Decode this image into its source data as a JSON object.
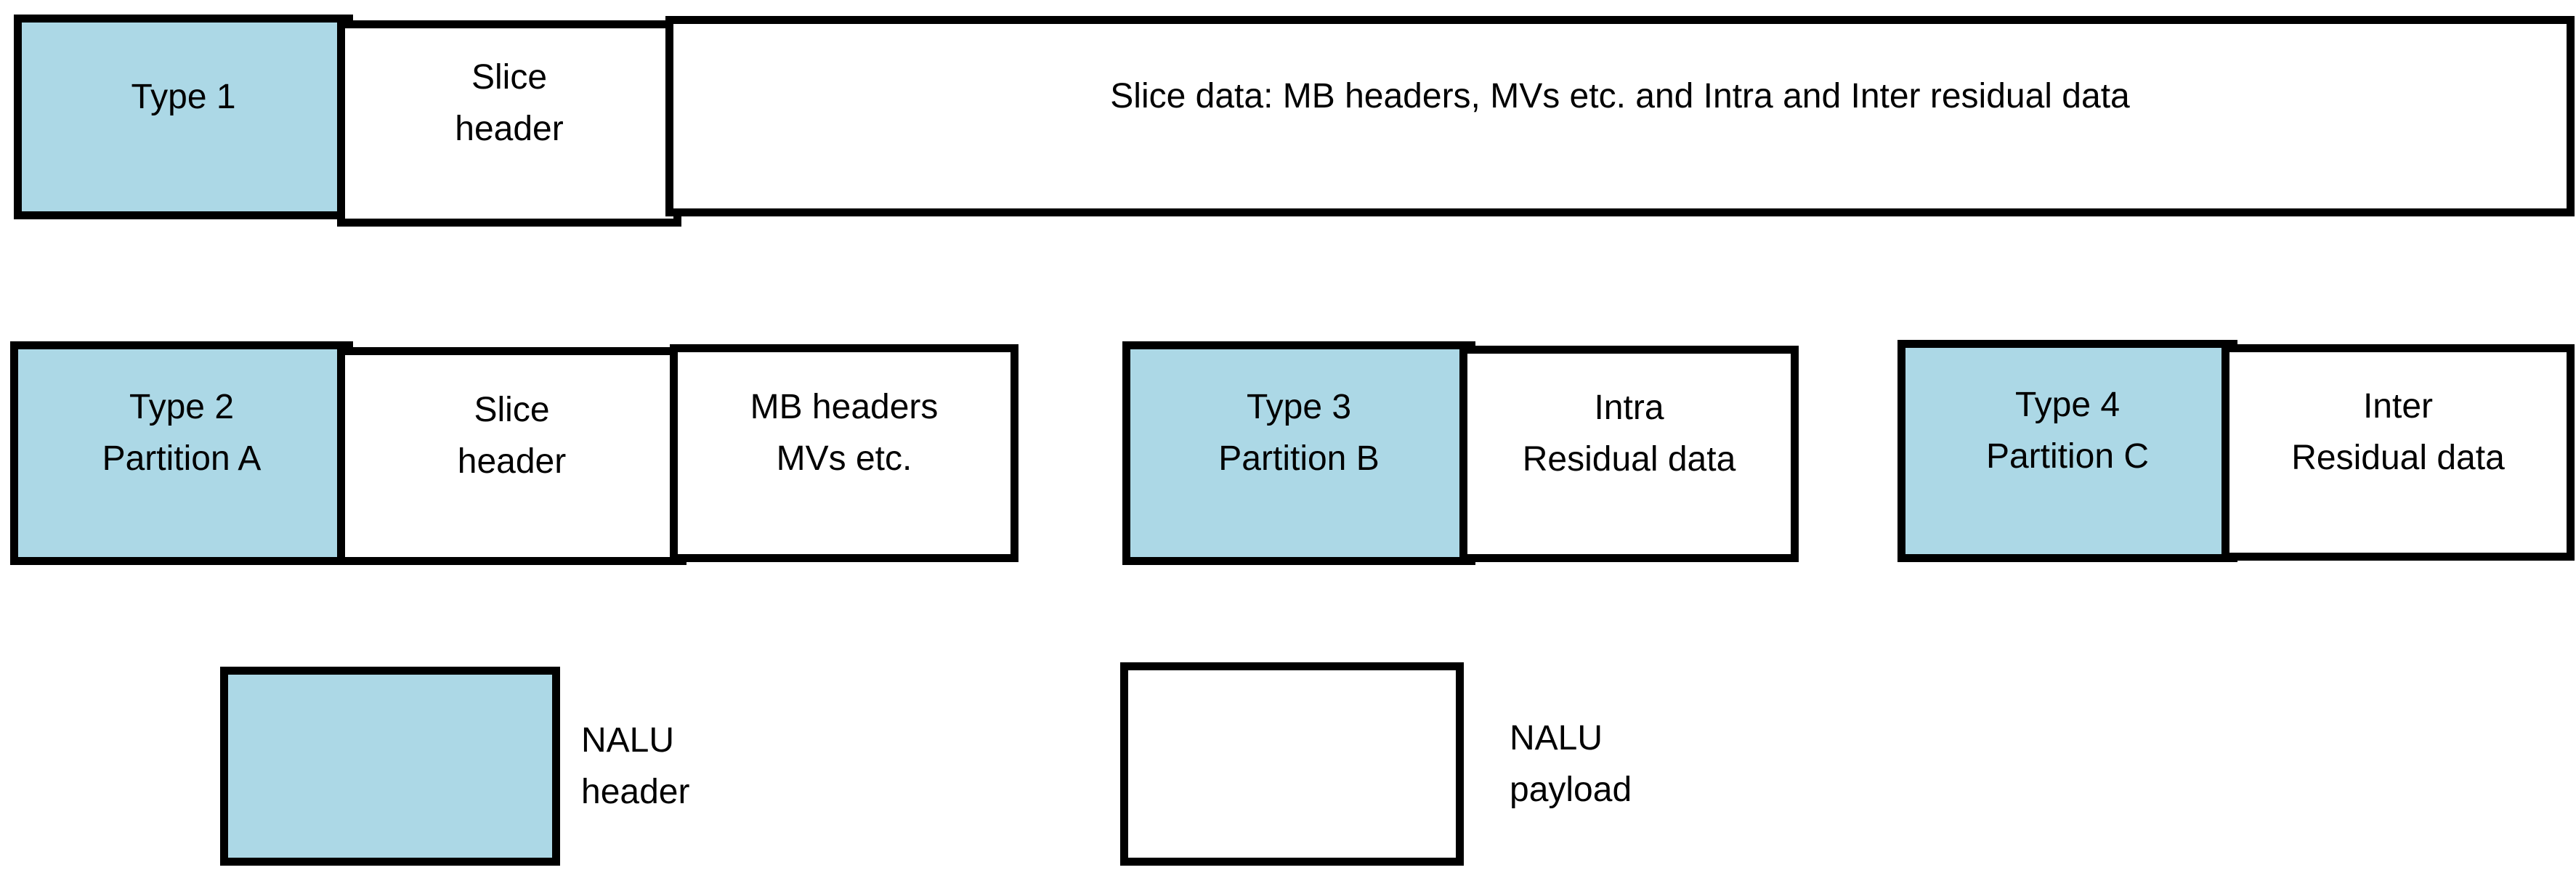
{
  "colors": {
    "nalu_header_fill": "#ACD8E6",
    "nalu_payload_fill": "#FFFFFF",
    "border": "#000000",
    "text": "#000000"
  },
  "row1": {
    "type1": {
      "label": "Type 1"
    },
    "slice_header": {
      "line1": "Slice",
      "line2": "header"
    },
    "slice_data": {
      "label": "Slice data: MB headers, MVs etc. and Intra and Inter residual data"
    }
  },
  "row2": {
    "partition_a": {
      "type": {
        "line1": "Type 2",
        "line2": "Partition A"
      },
      "slice_header": {
        "line1": "Slice",
        "line2": "header"
      },
      "mb_headers": {
        "line1": "MB headers",
        "line2": "MVs etc."
      }
    },
    "partition_b": {
      "type": {
        "line1": "Type 3",
        "line2": "Partition B"
      },
      "intra": {
        "line1": "Intra",
        "line2": "Residual data"
      }
    },
    "partition_c": {
      "type": {
        "line1": "Type 4",
        "line2": "Partition C"
      },
      "inter": {
        "line1": "Inter",
        "line2": "Residual data"
      }
    }
  },
  "legend": {
    "nalu_header": {
      "line1": "NALU",
      "line2": "header"
    },
    "nalu_payload": {
      "line1": "NALU",
      "line2": "payload"
    }
  }
}
